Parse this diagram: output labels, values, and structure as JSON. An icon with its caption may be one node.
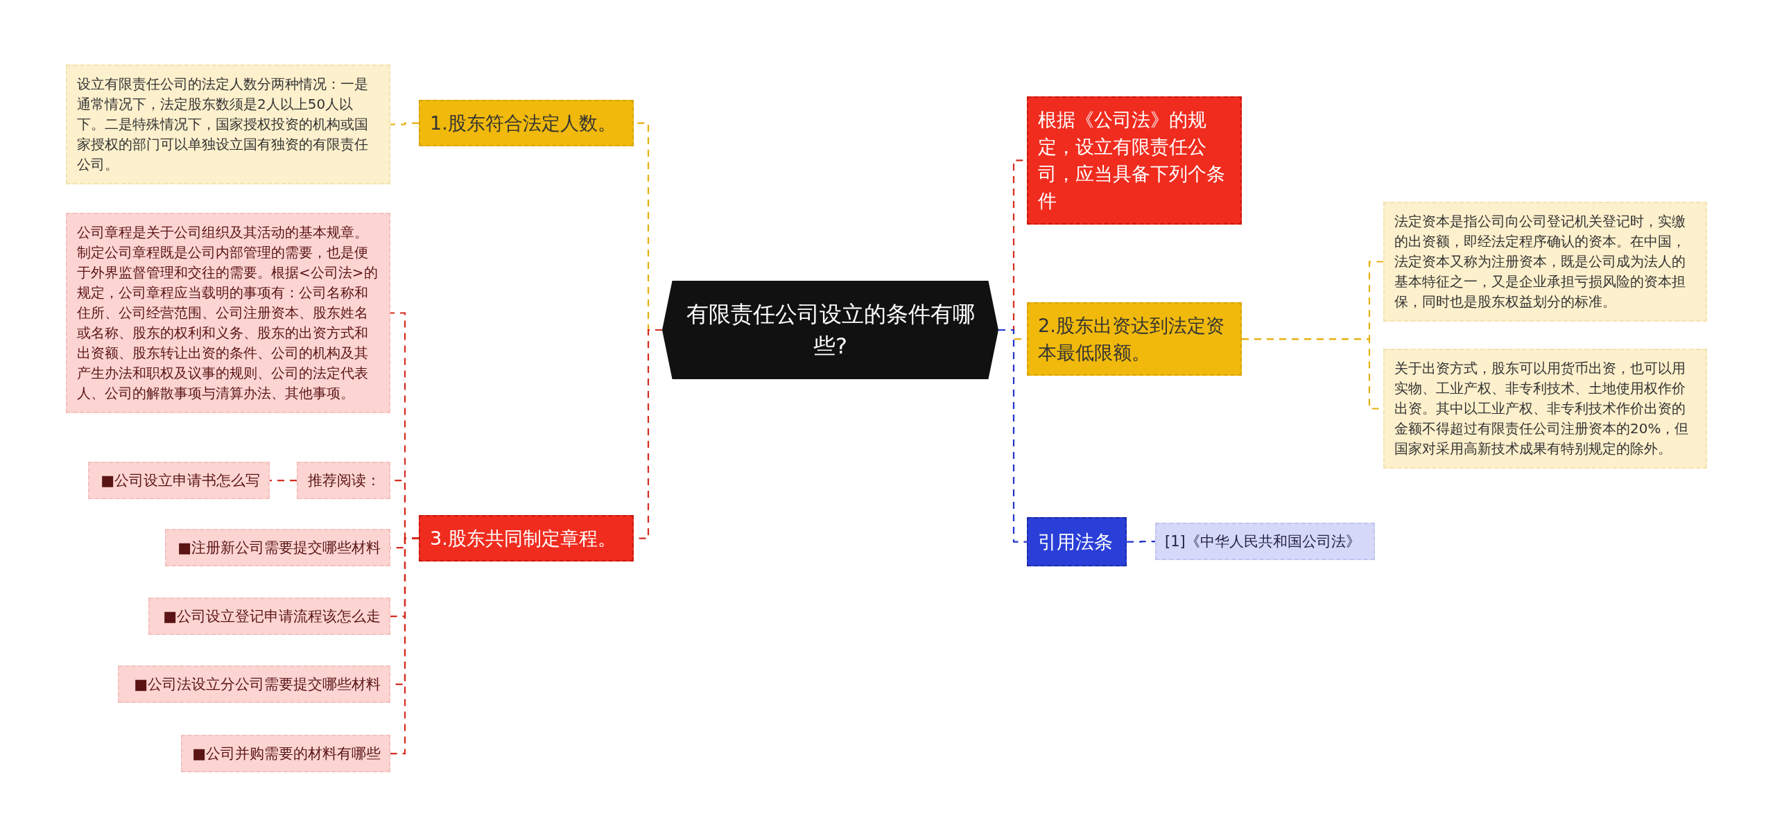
{
  "diagram": {
    "nodes": [
      {
        "text": [
          "有限责任公司设立的条件有哪些?"
        ]
      },
      {
        "text": [
          "1.股东符合法定人数。"
        ]
      },
      {
        "text": [
          "设立有限责任公司的法定人数分两种情况：一是通常情况下，法定股东数须是2人以上50人以下。二是特殊情况下，国家授权投资的机构或国家授权的部门可以单独设立国有独资的有限责任公司。"
        ]
      },
      {
        "text": [
          "3.股东共同制定章程。"
        ]
      },
      {
        "text": [
          "公司章程是关于公司组织及其活动的基本规章。制定公司章程既是公司内部管理的需要，也是便于外界监督管理和交往的需要。根据<公司法>的规定，公司章程应当载明的事项有：公司名称和住所、公司经营范围、公司注册资本、股东姓名或名称、股东的权利和义务、股东的出资方式和出资额、股东转让出资的条件、公司的机构及其产生办法和职权及议事的规则、公司的法定代表人、公司的解散事项与清算办法、其他事项。"
        ]
      },
      {
        "text": [
          "推荐阅读："
        ]
      },
      {
        "text": [
          "■公司设立申请书怎么写"
        ]
      },
      {
        "text": [
          "■注册新公司需要提交哪些材料"
        ]
      },
      {
        "text": [
          "■公司设立登记申请流程该怎么走"
        ]
      },
      {
        "text": [
          "■公司法设立分公司需要提交哪些材料"
        ]
      },
      {
        "text": [
          "■公司并购需要的材料有哪些"
        ]
      },
      {
        "text": [
          "根据《公司法》的规定，设立有限责任公司，应当具备下列个条件"
        ]
      },
      {
        "text": [
          "2.股东出资达到法定资本最低限额。"
        ]
      },
      {
        "text": [
          "法定资本是指公司向公司登记机关登记时，实缴的出资额，即经法定程序确认的资本。在中国，法定资本又称为注册资本，既是公司成为法人的基本特征之一，又是企业承担亏损风险的资本担保，同时也是股东权益划分的标准。"
        ]
      },
      {
        "text": [
          "关于出资方式，股东可以用货币出资，也可以用实物、工业产权、非专利技术、土地使用权作价出资。其中以工业产权、非专利技术作价出资的金额不得超过有限责任公司注册资本的20%，但国家对采用高新技术成果有特别规定的除外。"
        ]
      },
      {
        "text": [
          "引用法条"
        ]
      },
      {
        "text": [
          "[1]《中华人民共和国公司法》"
        ]
      }
    ],
    "edges": [
      {
        "from": 0,
        "to": 1,
        "arrow": "none",
        "style": "dashed",
        "color": "#e6b00c"
      },
      {
        "from": 1,
        "to": 2,
        "arrow": "none",
        "style": "dashed",
        "color": "#e6b00c"
      },
      {
        "from": 0,
        "to": 3,
        "arrow": "none",
        "style": "dashed",
        "color": "#d62a1e"
      },
      {
        "from": 3,
        "to": 4,
        "arrow": "none",
        "style": "dashed",
        "color": "#d62a1e"
      },
      {
        "from": 3,
        "to": 5,
        "arrow": "none",
        "style": "dashed",
        "color": "#d62a1e"
      },
      {
        "from": 5,
        "to": 6,
        "arrow": "none",
        "style": "dashed",
        "color": "#d62a1e"
      },
      {
        "from": 3,
        "to": 7,
        "arrow": "none",
        "style": "dashed",
        "color": "#d62a1e"
      },
      {
        "from": 3,
        "to": 8,
        "arrow": "none",
        "style": "dashed",
        "color": "#d62a1e"
      },
      {
        "from": 3,
        "to": 9,
        "arrow": "none",
        "style": "dashed",
        "color": "#d62a1e"
      },
      {
        "from": 3,
        "to": 10,
        "arrow": "none",
        "style": "dashed",
        "color": "#d62a1e"
      },
      {
        "from": 0,
        "to": 11,
        "arrow": "none",
        "style": "dashed",
        "color": "#d62a1e"
      },
      {
        "from": 0,
        "to": 12,
        "arrow": "none",
        "style": "dashed",
        "color": "#e6b00c"
      },
      {
        "from": 12,
        "to": 13,
        "arrow": "none",
        "style": "dashed",
        "color": "#e6b00c"
      },
      {
        "from": 12,
        "to": 14,
        "arrow": "none",
        "style": "dashed",
        "color": "#e6b00c"
      },
      {
        "from": 0,
        "to": 15,
        "arrow": "none",
        "style": "dashed",
        "color": "#2233cc"
      },
      {
        "from": 15,
        "to": 16,
        "arrow": "none",
        "style": "dashed",
        "color": "#2233cc"
      }
    ]
  }
}
